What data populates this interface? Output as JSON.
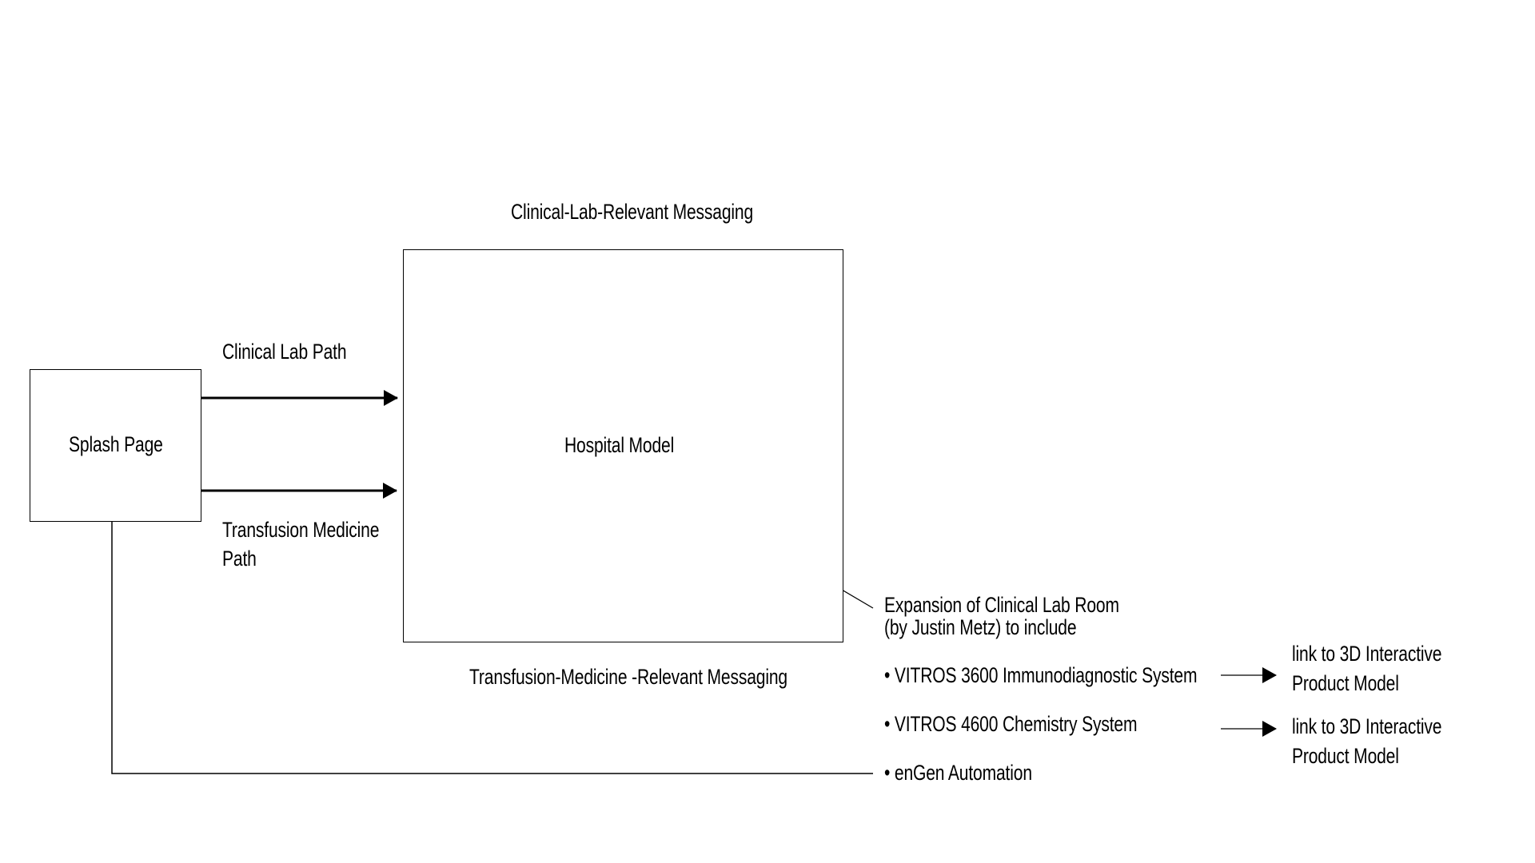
{
  "nodes": {
    "splash": {
      "label": "Splash Page"
    },
    "hospital": {
      "label": "Hospital Model"
    }
  },
  "edges": {
    "clinical_lab_path": {
      "label": "Clinical Lab Path"
    },
    "transfusion_path": {
      "label_line1": "Transfusion Medicine",
      "label_line2": "Path"
    }
  },
  "annotations": {
    "top_messaging": "Clinical-Lab-Relevant Messaging",
    "bottom_messaging": "Transfusion-Medicine -Relevant Messaging",
    "expansion_line1": "Expansion of Clinical Lab Room",
    "expansion_line2": "(by Justin Metz) to include"
  },
  "expansion_items": [
    {
      "label": "• VITROS 3600 Immunodiagnostic System",
      "link_line1": "link to 3D Interactive",
      "link_line2": "Product Model"
    },
    {
      "label": "• VITROS 4600 Chemistry System",
      "link_line1": "link to 3D Interactive",
      "link_line2": "Product Model"
    },
    {
      "label": "• enGen Automation"
    }
  ],
  "colors": {
    "stroke": "#000000",
    "background": "#ffffff"
  }
}
